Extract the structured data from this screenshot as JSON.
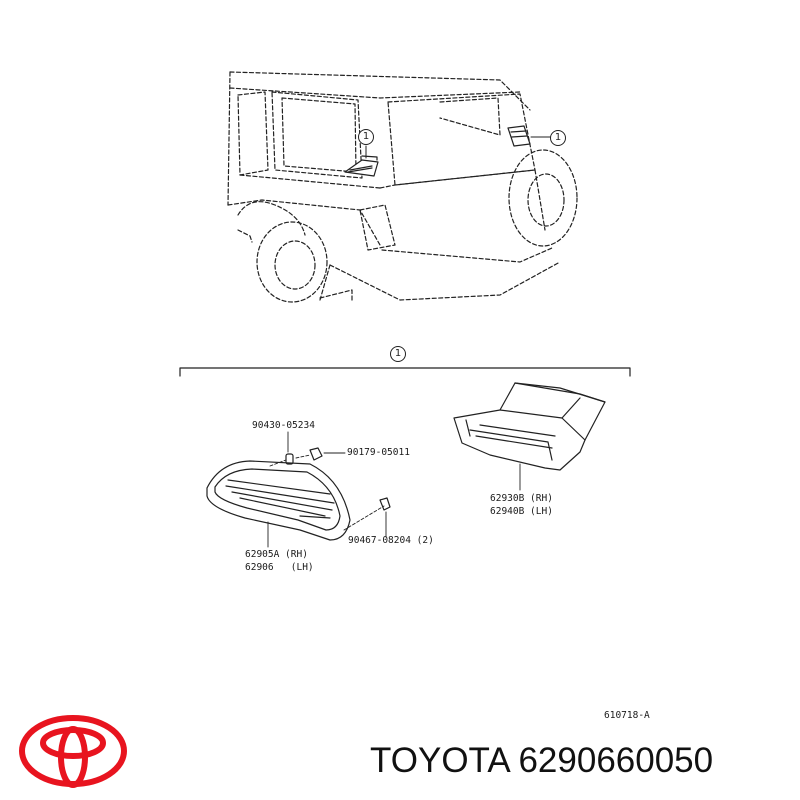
{
  "callouts": {
    "left_window": "1",
    "right_window": "1",
    "group_header": "1"
  },
  "parts": {
    "bolt": "90430-05234",
    "clip_nut": "90179-05011",
    "clip_pair": "90467-08204 (2)",
    "outer_rh": "62905A (RH)",
    "outer_lh": "62906   (LH)",
    "inner_rh": "62930B (RH)",
    "inner_lh": "62940B (LH)"
  },
  "drawing_code": "610718-A",
  "brand_line": "TOYOTA 6290660050",
  "colors": {
    "line": "#222222",
    "logo": "#e8141f"
  },
  "icons": {
    "logo": "toyota-logo-icon"
  }
}
